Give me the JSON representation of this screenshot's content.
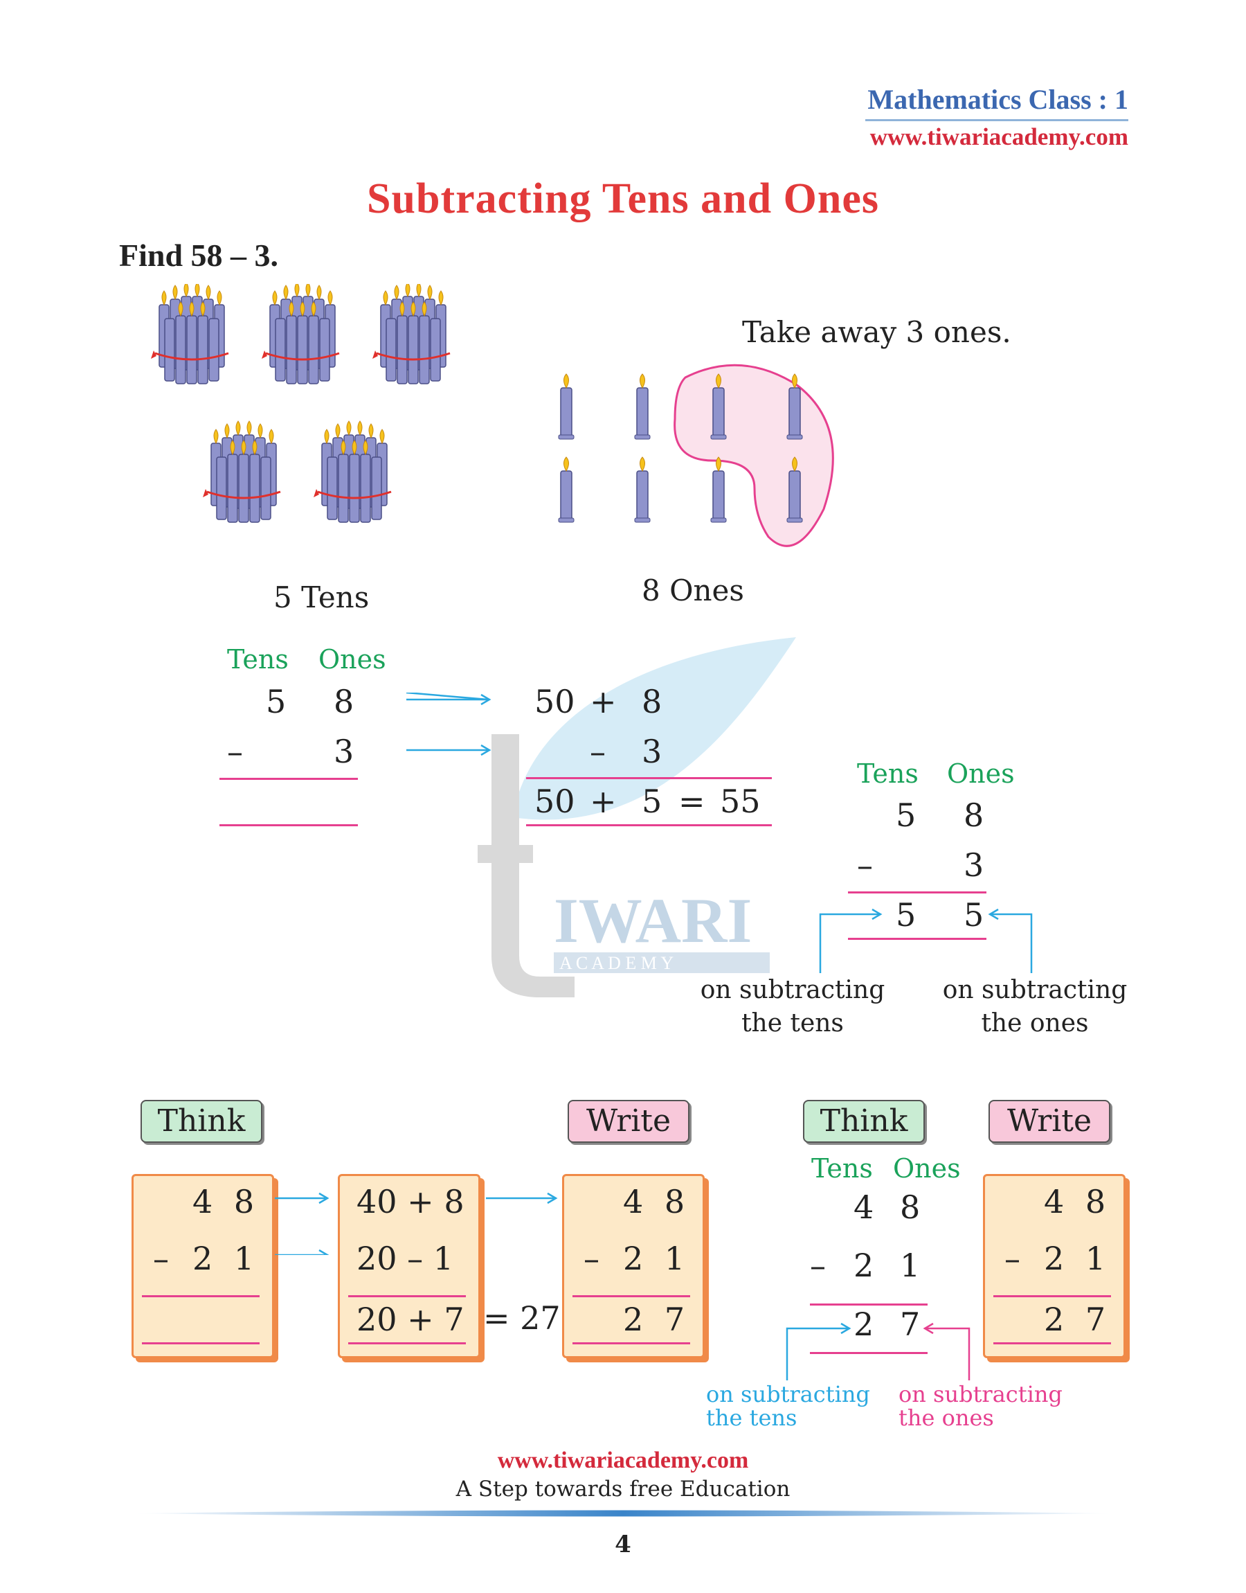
{
  "header": {
    "subject": "Mathematics Class : 1",
    "url": "www.tiwariacademy.com"
  },
  "title": "Subtracting Tens and Ones",
  "problem": "Find 58 – 3.",
  "illustration": {
    "take_away": "Take away 3 ones.",
    "tens_label": "5 Tens",
    "ones_label": "8 Ones"
  },
  "columns": {
    "tens": "Tens",
    "ones": "Ones"
  },
  "example1": {
    "row1": [
      "5",
      "8"
    ],
    "row2": [
      "–",
      "3"
    ],
    "expanded": {
      "line1": [
        "50",
        "+",
        "8"
      ],
      "line2": [
        "–",
        "3"
      ],
      "line3": [
        "50",
        "+",
        "5",
        "=",
        "55"
      ]
    },
    "result": {
      "row1": [
        "5",
        "8"
      ],
      "row2": [
        "–",
        "3"
      ],
      "row3": [
        "5",
        "5"
      ],
      "note_tens": [
        "on subtracting",
        "the tens"
      ],
      "note_ones": [
        "on subtracting",
        "the ones"
      ]
    }
  },
  "watermark": {
    "brand": "IWARI",
    "sub": "A C A D E M Y"
  },
  "example2": {
    "think_label": "Think",
    "write_label": "Write",
    "box1": {
      "row1": "4 8",
      "row2_sign": "–",
      "row2": "2 1"
    },
    "box2": {
      "row1": "40 + 8",
      "row2": "20 – 1",
      "row3": "20 + 7"
    },
    "equals": "= 27",
    "box3": {
      "row1": "4 8",
      "row2_sign": "–",
      "row2": "2 1",
      "row3": "2 7"
    },
    "column": {
      "row1": [
        "4",
        "8"
      ],
      "row2": [
        "–",
        "2",
        "1"
      ],
      "row3": [
        "2",
        "7"
      ]
    },
    "note_tens": [
      "on subtracting",
      "the tens"
    ],
    "note_ones": [
      "on subtracting",
      "the ones"
    ]
  },
  "footer": {
    "url": "www.tiwariacademy.com",
    "tagline": "A Step towards free Education",
    "page": "4"
  },
  "colors": {
    "title_red": "#e23a3a",
    "header_blue": "#3b67b0",
    "tens_green": "#1aa25a",
    "arrow_blue": "#2aa8e0",
    "line_magenta": "#e6408f",
    "box_fill": "#fde9c8",
    "box_border": "#f08a48"
  }
}
